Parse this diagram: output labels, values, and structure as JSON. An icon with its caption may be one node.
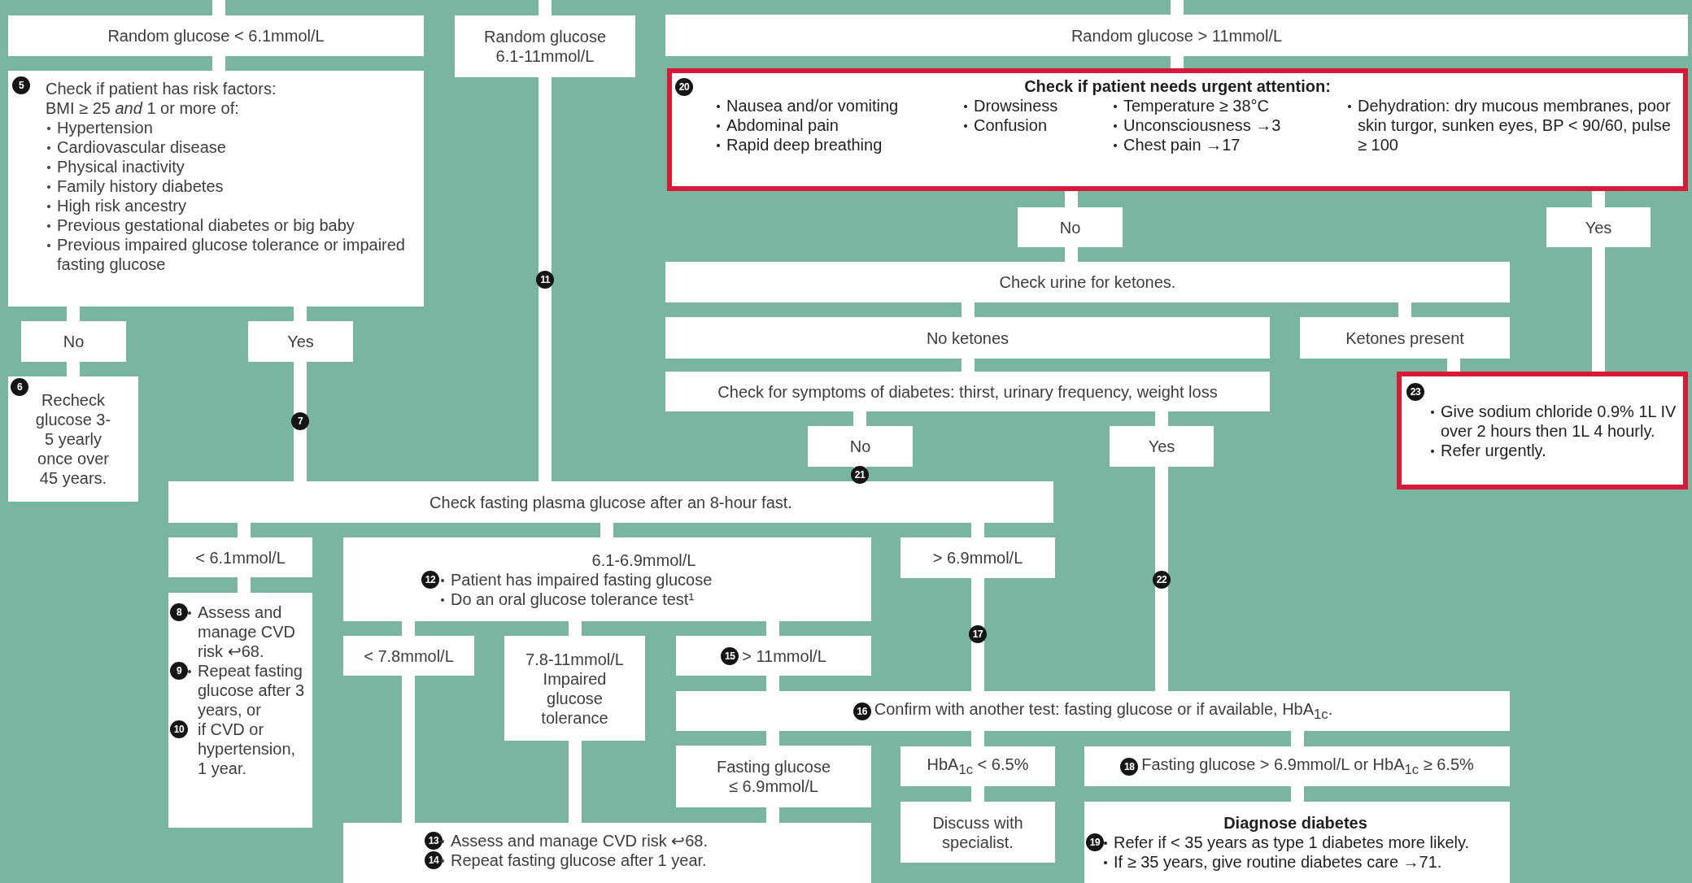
{
  "diagram": {
    "nodes": [
      {
        "text": [
          "Random glucose < 6.1mmol/L"
        ]
      },
      {
        "text": [
          "Random glucose 6.1-11mmol/L"
        ]
      },
      {
        "text": [
          "Random glucose > 11mmol/L"
        ]
      },
      {
        "text": [
          "5",
          "Check if patient has risk factors:",
          "BMI ≥ 25 *and* 1 or more of:",
          "Hypertension",
          "Cardiovascular disease",
          "Physical inactivity",
          "Family history diabetes",
          "High risk ancestry",
          "Previous gestational diabetes or big baby",
          "Previous impaired glucose tolerance or impaired fasting glucose"
        ]
      },
      {
        "text": [
          "No"
        ]
      },
      {
        "text": [
          "Yes"
        ]
      },
      {
        "text": [
          "6",
          "Recheck glucose 3-5 yearly once over 45 years."
        ]
      },
      {
        "text": [
          "20",
          "Check if patient needs urgent attention:",
          "Nausea and/or vomiting",
          "Abdominal pain",
          "Rapid deep breathing",
          "Drowsiness",
          "Confusion",
          "Temperature ≥ 38°C",
          "Unconsciousness →3",
          "Chest pain →17",
          "Dehydration: dry mucous membranes, poor skin turgor, sunken eyes, BP < 90/60, pulse ≥ 100"
        ]
      },
      {
        "text": [
          "No"
        ]
      },
      {
        "text": [
          "Yes"
        ]
      },
      {
        "text": [
          "Check urine for ketones."
        ]
      },
      {
        "text": [
          "No ketones"
        ]
      },
      {
        "text": [
          "Ketones present"
        ]
      },
      {
        "text": [
          "23",
          "Give sodium chloride 0.9% 1L IV over 2 hours then 1L 4 hourly.",
          "Refer urgently."
        ]
      },
      {
        "text": [
          "Check for symptoms of diabetes: thirst, urinary frequency, weight loss"
        ]
      },
      {
        "text": [
          "No"
        ]
      },
      {
        "text": [
          "Yes"
        ]
      },
      {
        "text": [
          "Check fasting plasma glucose after an 8-hour fast."
        ]
      },
      {
        "text": [
          "< 6.1mmol/L"
        ]
      },
      {
        "text": [
          "6.1-6.9mmol/L",
          "12",
          "Patient has impaired fasting glucose",
          "Do an oral glucose tolerance test¹"
        ]
      },
      {
        "text": [
          "> 6.9mmol/L"
        ]
      },
      {
        "text": [
          "8",
          "Assess and manage CVD risk ↩68.",
          "9",
          "Repeat fasting glucose after 3 years, or",
          "10",
          "if CVD or hypertension, 1 year."
        ]
      },
      {
        "text": [
          "< 7.8mmol/L"
        ]
      },
      {
        "text": [
          "7.8-11mmol/L Impaired glucose tolerance"
        ]
      },
      {
        "text": [
          "15",
          "> 11mmol/L"
        ]
      },
      {
        "text": [
          "16",
          "Confirm with another test: fasting glucose or if available, HbA$_{1c}$."
        ]
      },
      {
        "text": [
          "Fasting glucose ≤ 6.9mmol/L"
        ]
      },
      {
        "text": [
          "HbA$_{1c}$ < 6.5%"
        ]
      },
      {
        "text": [
          "18",
          "Fasting glucose > 6.9mmol/L or HbA$_{1c}$ ≥ 6.5%"
        ]
      },
      {
        "text": [
          "13",
          "Assess and manage CVD risk ↩68.",
          "14",
          "Repeat fasting glucose after 1 year."
        ]
      },
      {
        "text": [
          "Discuss with specialist."
        ]
      },
      {
        "text": [
          "Diagnose diabetes",
          "19",
          "Refer if < 35 years as type 1 diabetes more likely.",
          "If ≥ 35 years, give routine diabetes care →71."
        ]
      }
    ],
    "edges": [
      {
        "from": null,
        "to": 0,
        "arrow": "none"
      },
      {
        "from": null,
        "to": 1,
        "arrow": "none"
      },
      {
        "from": null,
        "to": 2,
        "arrow": "none"
      },
      {
        "from": 0,
        "to": 3,
        "arrow": "none"
      },
      {
        "from": 3,
        "to": 4,
        "arrow": "none"
      },
      {
        "from": 3,
        "to": 5,
        "arrow": "none"
      },
      {
        "from": 4,
        "to": 6,
        "arrow": "none"
      },
      {
        "from": 5,
        "to": 17,
        "arrow": "none",
        "label": "7"
      },
      {
        "from": 1,
        "to": 17,
        "arrow": "none",
        "label": "11"
      },
      {
        "from": 2,
        "to": 7,
        "arrow": "none"
      },
      {
        "from": 7,
        "to": 8,
        "arrow": "none"
      },
      {
        "from": 7,
        "to": 9,
        "arrow": "none"
      },
      {
        "from": 8,
        "to": 10,
        "arrow": "none"
      },
      {
        "from": 10,
        "to": 11,
        "arrow": "none"
      },
      {
        "from": 10,
        "to": 12,
        "arrow": "none"
      },
      {
        "from": 12,
        "to": 13,
        "arrow": "none"
      },
      {
        "from": 9,
        "to": 13,
        "arrow": "none"
      },
      {
        "from": 11,
        "to": 14,
        "arrow": "none"
      },
      {
        "from": 14,
        "to": 15,
        "arrow": "none"
      },
      {
        "from": 14,
        "to": 16,
        "arrow": "none"
      },
      {
        "from": 15,
        "to": 17,
        "arrow": "none",
        "label": "21"
      },
      {
        "from": 16,
        "to": 25,
        "arrow": "none",
        "label": "22"
      },
      {
        "from": 17,
        "to": 18,
        "arrow": "none"
      },
      {
        "from": 17,
        "to": 19,
        "arrow": "none"
      },
      {
        "from": 17,
        "to": 20,
        "arrow": "none"
      },
      {
        "from": 18,
        "to": 21,
        "arrow": "none"
      },
      {
        "from": 19,
        "to": 22,
        "arrow": "none"
      },
      {
        "from": 19,
        "to": 23,
        "arrow": "none"
      },
      {
        "from": 19,
        "to": 24,
        "arrow": "none"
      },
      {
        "from": 22,
        "to": 29,
        "arrow": "none"
      },
      {
        "from": 23,
        "to": 29,
        "arrow": "none"
      },
      {
        "from": 20,
        "to": 25,
        "arrow": "none",
        "label": "17"
      },
      {
        "from": 24,
        "to": 25,
        "arrow": "none"
      },
      {
        "from": 25,
        "to": 26,
        "arrow": "none"
      },
      {
        "from": 25,
        "to": 27,
        "arrow": "none"
      },
      {
        "from": 25,
        "to": 28,
        "arrow": "none"
      },
      {
        "from": 26,
        "to": 29,
        "arrow": "none"
      },
      {
        "from": 27,
        "to": 30,
        "arrow": "none"
      },
      {
        "from": 28,
        "to": 31,
        "arrow": "none"
      }
    ]
  }
}
